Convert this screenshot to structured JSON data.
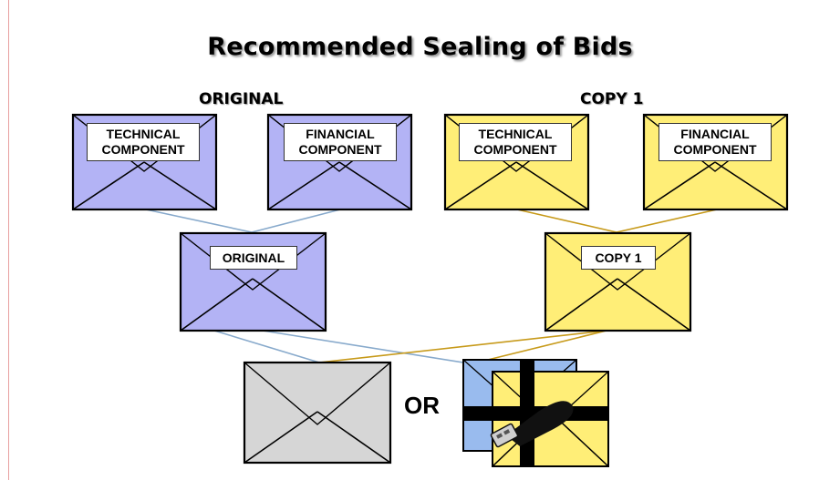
{
  "title": "Recommended Sealing of Bids",
  "groups": {
    "original_label": "ORIGINAL",
    "copy_label": "COPY 1"
  },
  "envelopes": {
    "orig_technical": "TECHNICAL\nCOMPONENT",
    "orig_financial": "FINANCIAL\nCOMPONENT",
    "copy_technical": "TECHNICAL\nCOMPONENT",
    "copy_financial": "FINANCIAL\nCOMPONENT",
    "original": "ORIGINAL",
    "copy1": "COPY 1"
  },
  "or_text": "OR",
  "colors": {
    "original_fill": "#b3b3f5",
    "copy_fill": "#ffee77",
    "outer_fill": "#d6d6d6",
    "box_back_fill": "#99bbee",
    "original_line": "#88aacc",
    "copy_line": "#c79a1a"
  }
}
